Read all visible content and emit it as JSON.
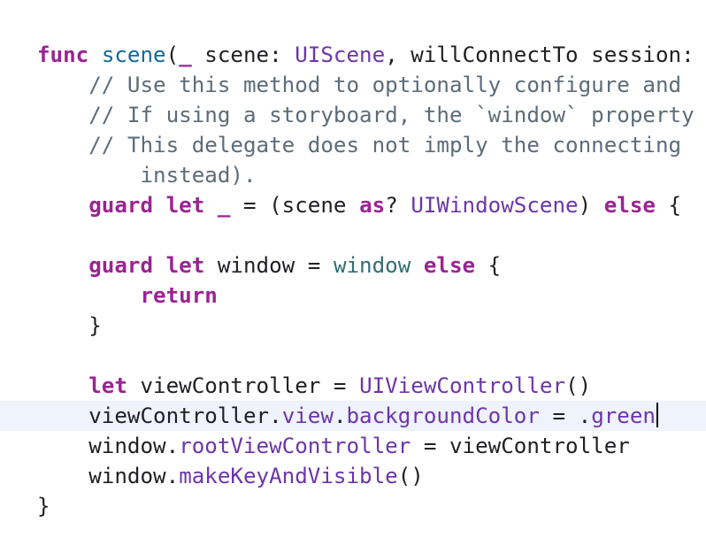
{
  "editor": {
    "lines": [
      {
        "indent": "",
        "tokens": [
          {
            "t": "func",
            "c": "kw"
          },
          {
            "t": " ",
            "c": "punc"
          },
          {
            "t": "scene",
            "c": "fn"
          },
          {
            "t": "(",
            "c": "punc"
          },
          {
            "t": "_",
            "c": "kw"
          },
          {
            "t": " scene: ",
            "c": "punc"
          },
          {
            "t": "UIScene",
            "c": "ty"
          },
          {
            "t": ", willConnectTo session:",
            "c": "punc"
          }
        ]
      },
      {
        "indent": "    ",
        "tokens": [
          {
            "t": "// Use this method to optionally configure and",
            "c": "cm"
          }
        ]
      },
      {
        "indent": "    ",
        "tokens": [
          {
            "t": "// If using a storyboard, the `window` property",
            "c": "cm"
          }
        ]
      },
      {
        "indent": "    ",
        "tokens": [
          {
            "t": "// This delegate does not imply the connecting",
            "c": "cm"
          }
        ]
      },
      {
        "indent": "        ",
        "tokens": [
          {
            "t": "instead).",
            "c": "cm"
          }
        ]
      },
      {
        "indent": "    ",
        "tokens": [
          {
            "t": "guard",
            "c": "kw"
          },
          {
            "t": " ",
            "c": "punc"
          },
          {
            "t": "let",
            "c": "kw"
          },
          {
            "t": " ",
            "c": "punc"
          },
          {
            "t": "_",
            "c": "kw"
          },
          {
            "t": " = (scene ",
            "c": "punc"
          },
          {
            "t": "as",
            "c": "kw"
          },
          {
            "t": "? ",
            "c": "punc"
          },
          {
            "t": "UIWindowScene",
            "c": "ty"
          },
          {
            "t": ") ",
            "c": "punc"
          },
          {
            "t": "else",
            "c": "kw"
          },
          {
            "t": " {",
            "c": "punc"
          }
        ]
      },
      {
        "indent": "",
        "tokens": []
      },
      {
        "indent": "    ",
        "tokens": [
          {
            "t": "guard",
            "c": "kw"
          },
          {
            "t": " ",
            "c": "punc"
          },
          {
            "t": "let",
            "c": "kw"
          },
          {
            "t": " window = ",
            "c": "punc"
          },
          {
            "t": "window",
            "c": "prop"
          },
          {
            "t": " ",
            "c": "punc"
          },
          {
            "t": "else",
            "c": "kw"
          },
          {
            "t": " {",
            "c": "punc"
          }
        ]
      },
      {
        "indent": "        ",
        "tokens": [
          {
            "t": "return",
            "c": "kw"
          }
        ]
      },
      {
        "indent": "    ",
        "tokens": [
          {
            "t": "}",
            "c": "punc"
          }
        ]
      },
      {
        "indent": "",
        "tokens": []
      },
      {
        "indent": "    ",
        "tokens": [
          {
            "t": "let",
            "c": "kw"
          },
          {
            "t": " viewController = ",
            "c": "punc"
          },
          {
            "t": "UIViewController",
            "c": "ty"
          },
          {
            "t": "()",
            "c": "punc"
          }
        ]
      },
      {
        "indent": "    ",
        "current": true,
        "caret": true,
        "tokens": [
          {
            "t": "viewController.",
            "c": "punc"
          },
          {
            "t": "view",
            "c": "method"
          },
          {
            "t": ".",
            "c": "punc"
          },
          {
            "t": "backgroundColor",
            "c": "method"
          },
          {
            "t": " = .",
            "c": "punc"
          },
          {
            "t": "green",
            "c": "method"
          }
        ]
      },
      {
        "indent": "    ",
        "tokens": [
          {
            "t": "window.",
            "c": "punc"
          },
          {
            "t": "rootViewController",
            "c": "method"
          },
          {
            "t": " = viewController",
            "c": "punc"
          }
        ]
      },
      {
        "indent": "    ",
        "tokens": [
          {
            "t": "window.",
            "c": "punc"
          },
          {
            "t": "makeKeyAndVisible",
            "c": "method"
          },
          {
            "t": "()",
            "c": "punc"
          }
        ]
      },
      {
        "indent": "",
        "tokens": [
          {
            "t": "}",
            "c": "punc"
          }
        ]
      }
    ]
  },
  "colors": {
    "keyword": "#9b2393",
    "function_name": "#0f68a0",
    "type": "#6c36a9",
    "property": "#326d74",
    "comment": "#5d6c79",
    "plain": "#1f1f24",
    "current_line_highlight": "#eef3fc"
  }
}
